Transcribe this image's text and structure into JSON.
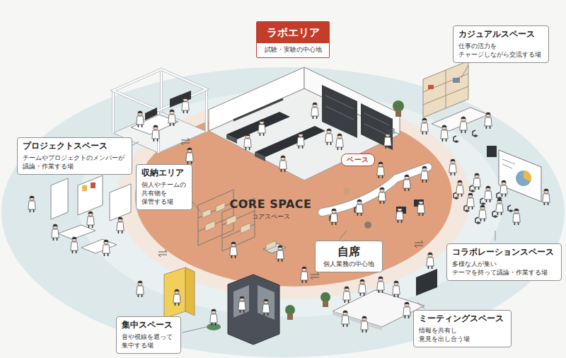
{
  "diagram": {
    "nodes": [
      {
        "text": [
          "ラボエリア",
          "試験・実験の中心地"
        ]
      },
      {
        "text": [
          "カジュアルスペース",
          "仕事の活力を チャージしながら交流する場"
        ]
      },
      {
        "text": [
          "プロジェクトスペース",
          "チームやプロジェクトのメンバーが 議論・作業する場"
        ]
      },
      {
        "text": [
          "収納エリア",
          "個人やチームの 共有物を 保管する場"
        ]
      },
      {
        "text": [
          "CORE SPACE",
          "コアスペース"
        ]
      },
      {
        "text": [
          "ベース"
        ],
        "in": 4
      },
      {
        "text": [
          "自席",
          "個人業務の中心地"
        ],
        "in": 4
      },
      {
        "text": [
          "コラボレーションスペース",
          "多様な人が集い テーマを持って議論・作業する場"
        ]
      },
      {
        "text": [
          "集中スペース",
          "音や視線を遮って 集中する場"
        ]
      },
      {
        "text": [
          "ミーティングスペース",
          "情報を共有し 意見を出し合う場"
        ]
      }
    ]
  }
}
